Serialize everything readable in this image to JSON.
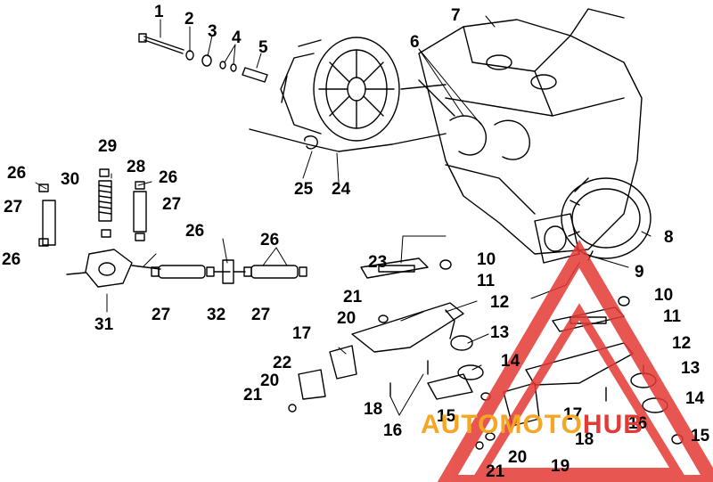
{
  "callouts": [
    "1",
    "2",
    "3",
    "4",
    "5",
    "6",
    "7",
    "8",
    "9",
    "10",
    "11",
    "12",
    "13",
    "14",
    "15",
    "16",
    "17",
    "18",
    "19",
    "20",
    "21",
    "22",
    "23",
    "24",
    "25",
    "26",
    "27",
    "28",
    "29",
    "30",
    "31",
    "32"
  ],
  "watermark": {
    "part1": "AUTO",
    "part2": "MOTO",
    "part3": "HUB",
    "color_triangle": "#e53935",
    "color_text": "#f5a623"
  }
}
